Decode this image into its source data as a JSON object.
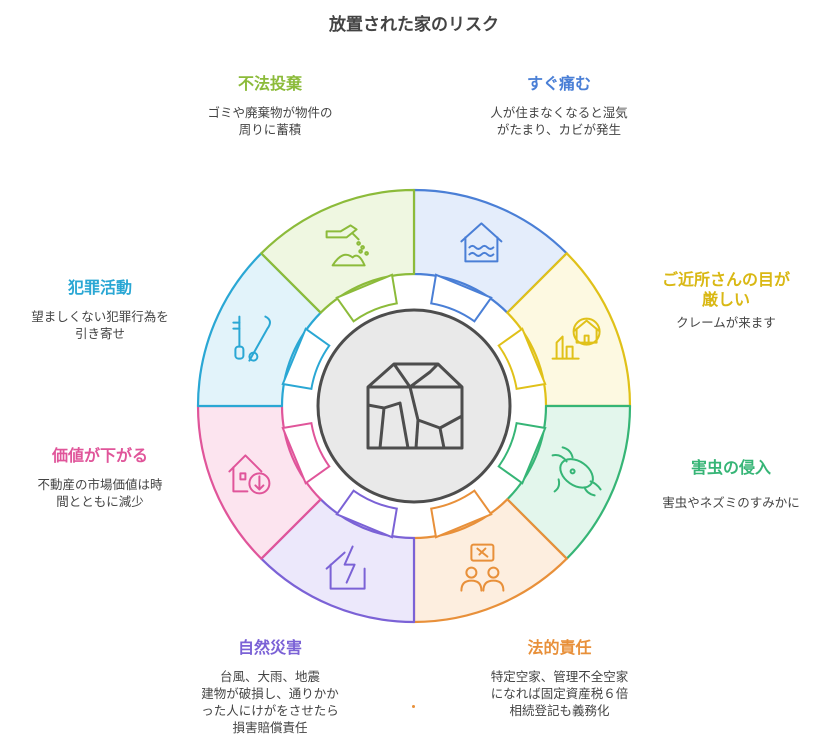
{
  "title": "放置された家のリスク",
  "center": {
    "icon": "cracked-house-icon"
  },
  "segments": [
    {
      "key": "damage",
      "title": "すぐ痛む",
      "desc": "人が住まなくなると湿気\nがたまり、カビが発生",
      "color": "#4a7fd6",
      "fill": "#e4edfb",
      "icon": "flooded-house-icon"
    },
    {
      "key": "neighbors",
      "title": "ご近所さんの目が\n厳しい",
      "desc": "クレームが来ます",
      "color": "#e0c119",
      "fill": "#fdf9e1",
      "icon": "neighbors-house-icon"
    },
    {
      "key": "pests",
      "title": "害虫の侵入",
      "desc": "害虫やネズミのすみかに",
      "color": "#36b576",
      "fill": "#e3f6ec",
      "icon": "bug-icon"
    },
    {
      "key": "legal",
      "title": "法的責任",
      "desc": "特定空家、管理不全空家\nになれば固定資産税６倍\n相続登記も義務化",
      "color": "#e8903a",
      "fill": "#fdeedf",
      "icon": "gavel-people-icon"
    },
    {
      "key": "disaster",
      "title": "自然災害",
      "desc": "台風、大雨、地震\n建物が破損し、通りかか\nった人にけがをさせたら\n損害賠償責任",
      "color": "#7b62d6",
      "fill": "#ece8fb",
      "icon": "lightning-house-icon"
    },
    {
      "key": "value",
      "title": "価値が下がる",
      "desc": "不動産の市場価値は時\n間とともに減少",
      "color": "#e0559a",
      "fill": "#fce4ef",
      "icon": "house-down-arrow-icon"
    },
    {
      "key": "crime",
      "title": "犯罪活動",
      "desc": "望ましくない犯罪行為を\n引き寄せ",
      "color": "#2aa7d4",
      "fill": "#e2f3fa",
      "icon": "crowbar-icon"
    },
    {
      "key": "dumping",
      "title": "不法投棄",
      "desc": "ゴミや廃棄物が物件の\n周りに蓄積",
      "color": "#8cbb3a",
      "fill": "#eff7e1",
      "icon": "hand-dumping-icon"
    }
  ]
}
